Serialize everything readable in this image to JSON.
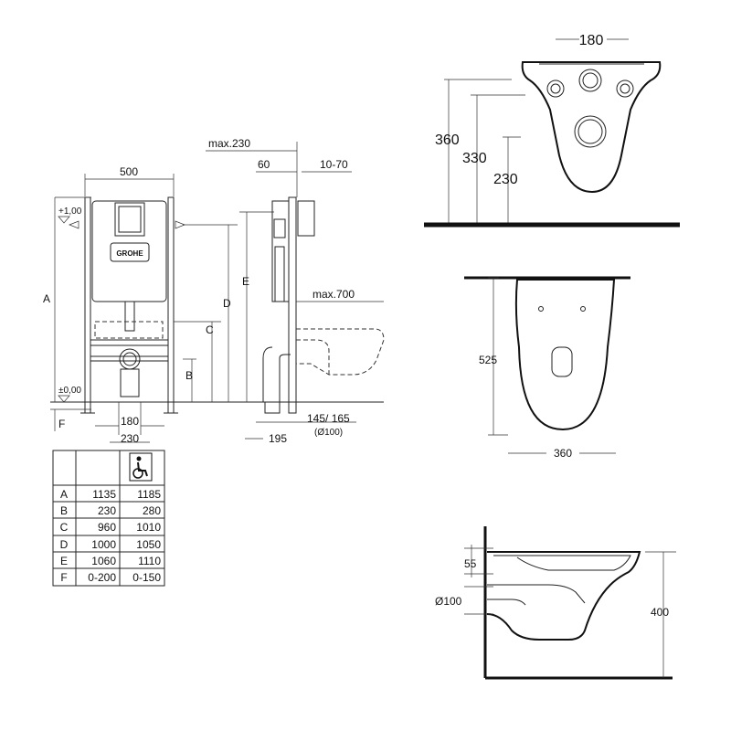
{
  "frame_view": {
    "dim_width": "500",
    "dim_180": "180",
    "dim_230": "230",
    "level_top": "+1,00",
    "level_bottom": "±0,00",
    "brand": "GROHE",
    "letters": {
      "A": "A",
      "B": "B",
      "C": "C",
      "D": "D",
      "E": "E",
      "F": "F"
    }
  },
  "side_view": {
    "max_230": "max.230",
    "dim_60": "60",
    "dim_10_70": "10-70",
    "max_700": "max.700",
    "dim_145_165": "145/ 165",
    "dim_pipe": "(Ø100)",
    "dim_195": "195"
  },
  "table": {
    "accessibility_icon": "wheelchair-icon",
    "rows": [
      {
        "label": "A",
        "standard": "1135",
        "accessible": "1185"
      },
      {
        "label": "B",
        "standard": "230",
        "accessible": "280"
      },
      {
        "label": "C",
        "standard": "960",
        "accessible": "1010"
      },
      {
        "label": "D",
        "standard": "1000",
        "accessible": "1050"
      },
      {
        "label": "E",
        "standard": "1060",
        "accessible": "1110"
      },
      {
        "label": "F",
        "standard": "0-200",
        "accessible": "0-150"
      }
    ]
  },
  "front_bowl": {
    "dim_top": "180",
    "dim_360": "360",
    "dim_330": "330",
    "dim_230": "230"
  },
  "top_bowl": {
    "dim_length": "525",
    "dim_width": "360"
  },
  "side_bowl": {
    "dim_55": "55",
    "dim_pipe": "Ø100",
    "dim_400": "400"
  }
}
